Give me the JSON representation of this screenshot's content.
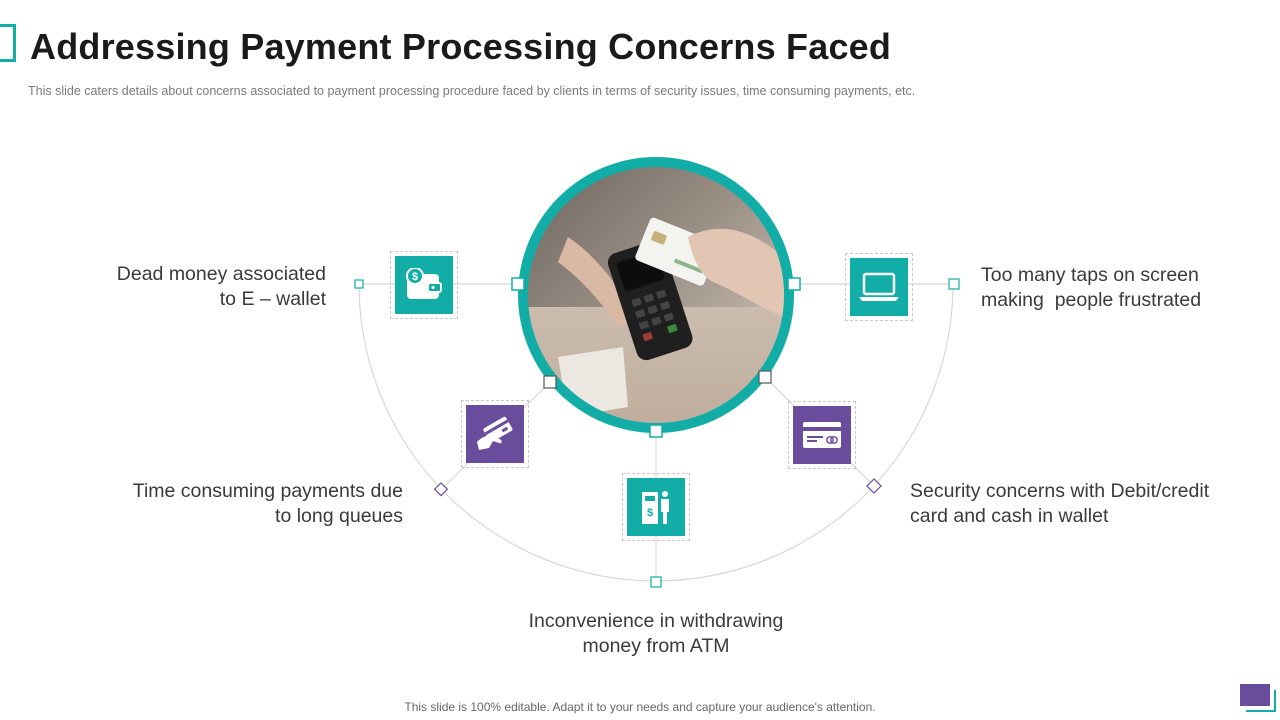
{
  "header": {
    "title": "Addressing Payment Processing Concerns Faced",
    "subtitle": "This slide caters details about concerns associated to payment processing procedure faced by clients in terms of security issues, time consuming payments, etc."
  },
  "concerns": [
    {
      "line1": "Dead money associated",
      "line2": "to E – wallet",
      "icon": "wallet-dollar-icon"
    },
    {
      "line1": "Too many taps on screen",
      "line2": "making  people frustrated",
      "icon": "laptop-icon"
    },
    {
      "line1": "Time consuming payments due",
      "line2": "to long queues",
      "icon": "hand-card-icon"
    },
    {
      "line1": "Security concerns with Debit/credit",
      "line2": "card and cash in wallet",
      "icon": "credit-card-icon"
    },
    {
      "line1": "Inconvenience in withdrawing",
      "line2": "money from ATM",
      "icon": "atm-icon"
    }
  ],
  "center_image": "card-payment-terminal-photo",
  "footer": {
    "note": "This slide is 100% editable. Adapt it to your needs and capture your audience's attention."
  },
  "colors": {
    "teal": "#12ADA6",
    "purple": "#6A4C9C"
  }
}
